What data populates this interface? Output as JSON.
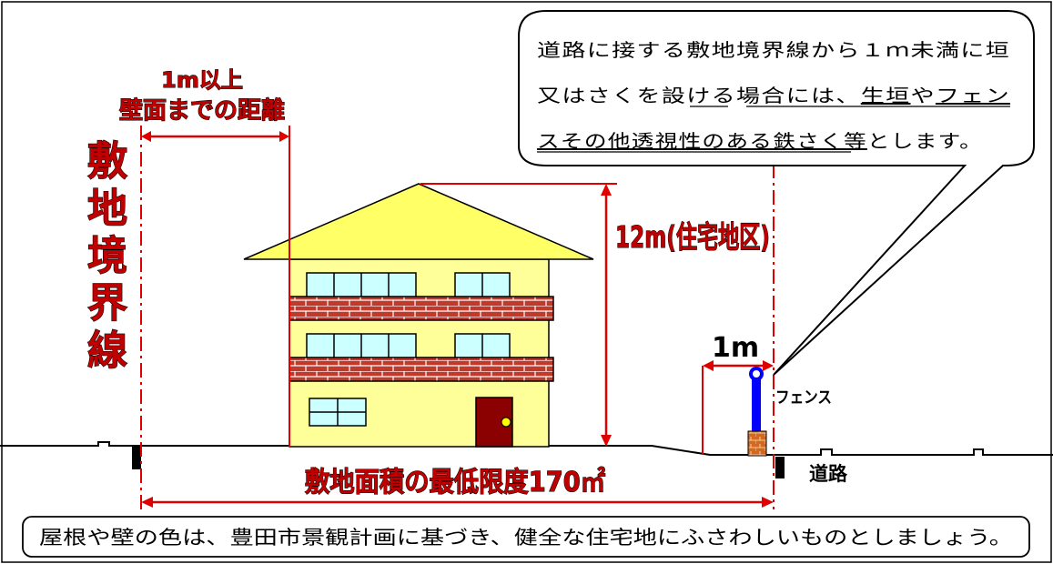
{
  "labels": {
    "setback_line1": "1m以上",
    "setback_line2": "壁面までの距離",
    "boundary_vertical": "敷地境界線",
    "height": "12m(住宅地区)",
    "fence_width": "1m",
    "fence": "フェンス",
    "road": "道路",
    "min_area": "敷地面積の最低限度170㎡"
  },
  "callout": {
    "line1": "道路に接する敷地境界線から１ｍ未満に垣",
    "line2_a": "又はさくを設ける場合には、",
    "line2_b": "生垣",
    "line2_c": "や",
    "line2_d": "フェン",
    "line3_a": "スその他透視性のある鉄さく等",
    "line3_b": "とします。"
  },
  "caption": "屋根や壁の色は、豊田市景観計画に基づき、健全な住宅地にふさわしいものとしましょう。",
  "colors": {
    "red": "#e00000",
    "house_wall": "#ffff99",
    "roof": "#ffff66",
    "window": "#ccffff",
    "brick": "#c0392b",
    "door": "#8b0000",
    "fence_post": "#0000ff"
  }
}
